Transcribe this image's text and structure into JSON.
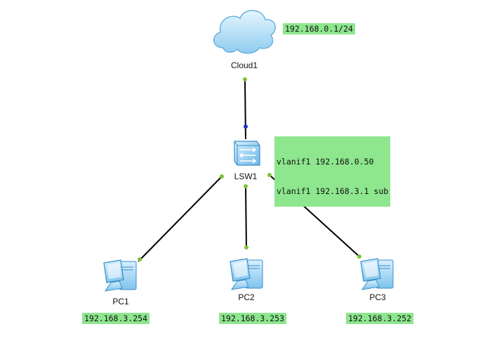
{
  "nodes": {
    "cloud": {
      "name": "Cloud1",
      "ip": "192.168.0.1/24"
    },
    "switch": {
      "name": "LSW1",
      "ip_lines": [
        "vlanif1 192.168.0.50",
        "vlanif1 192.168.3.1 sub"
      ]
    },
    "pc1": {
      "name": "PC1",
      "ip": "192.168.3.254"
    },
    "pc2": {
      "name": "PC2",
      "ip": "192.168.3.253"
    },
    "pc3": {
      "name": "PC3",
      "ip": "192.168.3.252"
    }
  },
  "links": [
    {
      "from": "cloud",
      "to": "switch"
    },
    {
      "from": "switch",
      "to": "pc1"
    },
    {
      "from": "switch",
      "to": "pc2"
    },
    {
      "from": "switch",
      "to": "pc3"
    }
  ],
  "colors": {
    "label_bg": "#8ee68e",
    "port_up": "#7dc23a",
    "port_blue": "#1f2fd0",
    "link": "#000000",
    "device": "#9fd4f2"
  }
}
